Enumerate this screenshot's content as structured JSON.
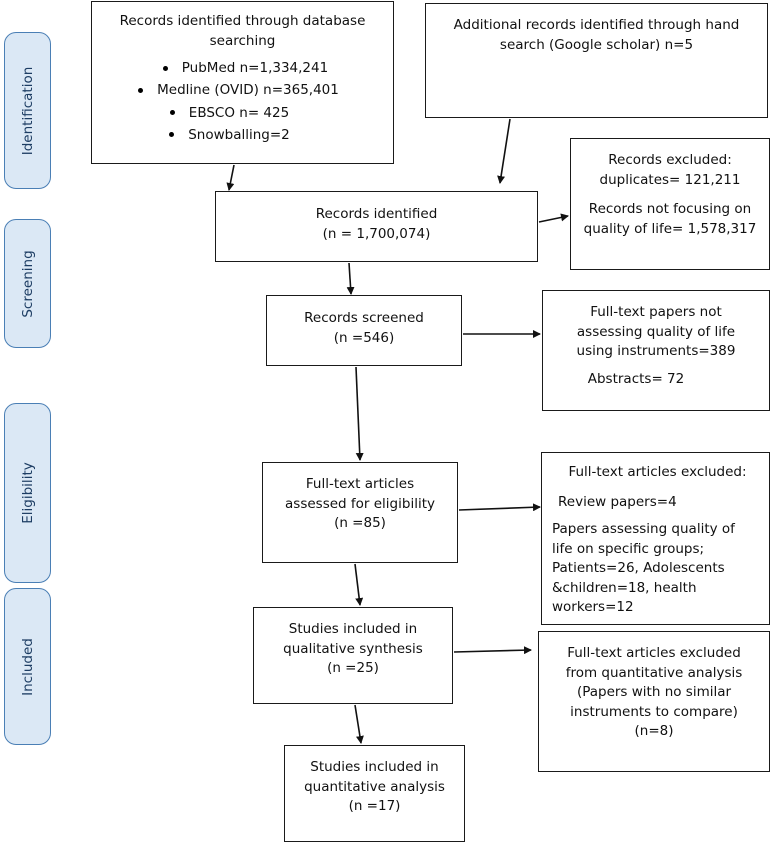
{
  "stages": {
    "identification": "Identification",
    "screening": "Screening",
    "eligibility": "Eligibility",
    "included": "Included"
  },
  "db_search": {
    "title_line1": "Records identified through database",
    "title_line2": "searching",
    "items": [
      "PubMed n=1,334,241",
      "Medline (OVID) n=365,401",
      "EBSCO n= 425",
      "Snowballing=2"
    ]
  },
  "hand_search": {
    "line1": "Additional records identified through hand",
    "line2": "search (Google scholar) n=5"
  },
  "excluded_duplicates": {
    "line1": "Records excluded:",
    "line2": "duplicates= 121,211",
    "line3": "Records not focusing on",
    "line4": "quality of life= 1,578,317"
  },
  "records_identified": {
    "line1": "Records identified",
    "line2": "(n = 1,700,074)"
  },
  "records_screened": {
    "line1": "Records screened",
    "line2": "(n =546)"
  },
  "screen_excluded": {
    "line1": "Full-text papers not",
    "line2": "assessing quality of life",
    "line3": "using instruments=389",
    "line4": "Abstracts= 72"
  },
  "eligibility_assessed": {
    "line1": "Full-text articles",
    "line2": "assessed for eligibility",
    "line3": "(n =85)"
  },
  "eligibility_excluded": {
    "title": "Full-text articles excluded:",
    "review": "Review papers=4",
    "line1": "Papers assessing quality of",
    "line2": "life on specific groups;",
    "line3": "Patients=26, Adolescents",
    "line4": "&children=18, health",
    "line5": "workers=12"
  },
  "qualitative": {
    "line1": "Studies included in",
    "line2": "qualitative synthesis",
    "line3": "(n =25)"
  },
  "quant_excluded": {
    "line1": "Full-text articles excluded",
    "line2": "from quantitative analysis",
    "line3": "(Papers with no similar",
    "line4": "instruments to compare)",
    "line5": "(n=8)"
  },
  "quantitative": {
    "line1": "Studies included in",
    "line2": "quantitative analysis",
    "line3": "(n =17)"
  }
}
